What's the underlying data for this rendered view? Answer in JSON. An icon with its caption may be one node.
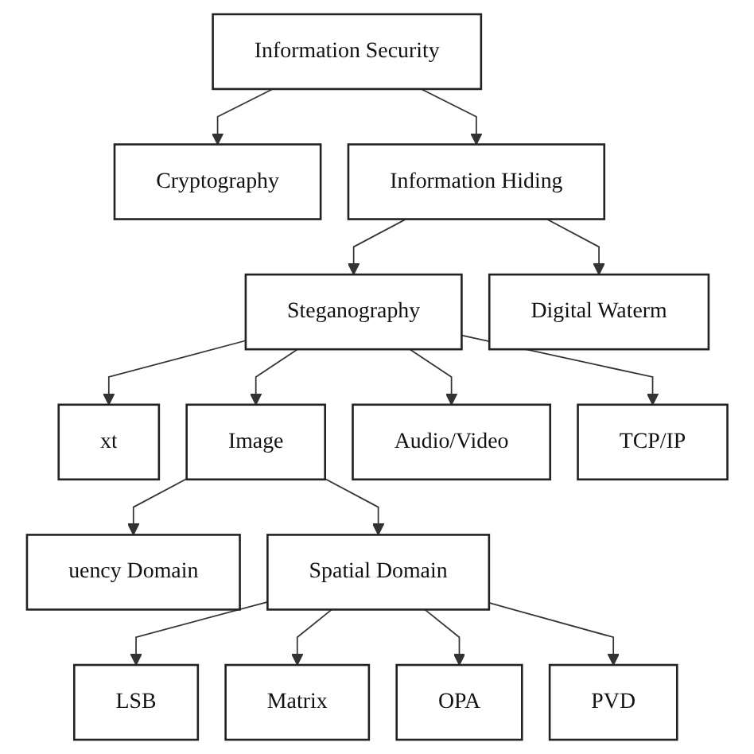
{
  "diagram": {
    "nodes": [
      {
        "text": [
          "Information Security"
        ]
      },
      {
        "text": [
          "Cryptography"
        ]
      },
      {
        "text": [
          "Information Hiding"
        ]
      },
      {
        "text": [
          "Steganography"
        ]
      },
      {
        "text": [
          "Digital Waterm"
        ]
      },
      {
        "text": [
          "xt"
        ]
      },
      {
        "text": [
          "Image"
        ]
      },
      {
        "text": [
          "Audio/Video"
        ]
      },
      {
        "text": [
          "TCP/IP"
        ]
      },
      {
        "text": [
          "uency Domain"
        ]
      },
      {
        "text": [
          "Spatial Domain"
        ]
      },
      {
        "text": [
          "LSB"
        ]
      },
      {
        "text": [
          "Matrix"
        ]
      },
      {
        "text": [
          "OPA"
        ]
      },
      {
        "text": [
          "PVD"
        ]
      }
    ],
    "edges": [
      {
        "from": 0,
        "to": 1,
        "arrow": "to"
      },
      {
        "from": 0,
        "to": 2,
        "arrow": "to"
      },
      {
        "from": 2,
        "to": 3,
        "arrow": "to"
      },
      {
        "from": 2,
        "to": 4,
        "arrow": "to"
      },
      {
        "from": 3,
        "to": 5,
        "arrow": "to"
      },
      {
        "from": 3,
        "to": 6,
        "arrow": "to"
      },
      {
        "from": 3,
        "to": 7,
        "arrow": "to"
      },
      {
        "from": 3,
        "to": 8,
        "arrow": "to"
      },
      {
        "from": 6,
        "to": 9,
        "arrow": "to"
      },
      {
        "from": 6,
        "to": 10,
        "arrow": "to"
      },
      {
        "from": 10,
        "to": 11,
        "arrow": "to"
      },
      {
        "from": 10,
        "to": 12,
        "arrow": "to"
      },
      {
        "from": 10,
        "to": 13,
        "arrow": "to"
      },
      {
        "from": 10,
        "to": 14,
        "arrow": "to"
      }
    ]
  }
}
